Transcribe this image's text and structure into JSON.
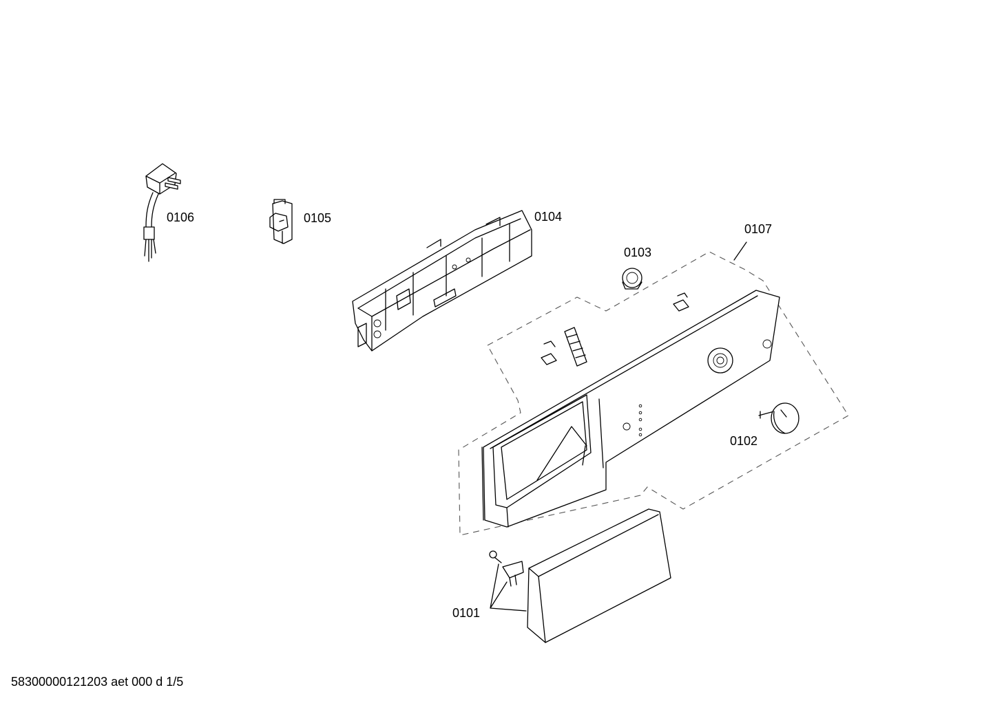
{
  "labels": {
    "p0101": "0101",
    "p0102": "0102",
    "p0103": "0103",
    "p0104": "0104",
    "p0105": "0105",
    "p0106": "0106",
    "p0107": "0107"
  },
  "footer": "58300000121203 aet 000 d 1/5"
}
